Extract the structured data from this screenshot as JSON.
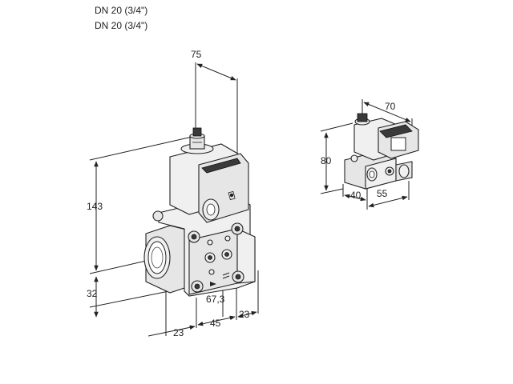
{
  "header": {
    "line1": "DN 20 (3/4\")",
    "line2": "DN 20 (3/4\")"
  },
  "main_view": {
    "dim_top": "75",
    "dim_height": "143",
    "dim_lower": "32",
    "dim_offset": "67,3",
    "dim_bottom_left": "23",
    "dim_bottom_mid": "45",
    "dim_bottom_right": "23"
  },
  "small_view": {
    "dim_width": "70",
    "dim_height": "80",
    "dim_depth1": "40",
    "dim_depth2": "55"
  }
}
